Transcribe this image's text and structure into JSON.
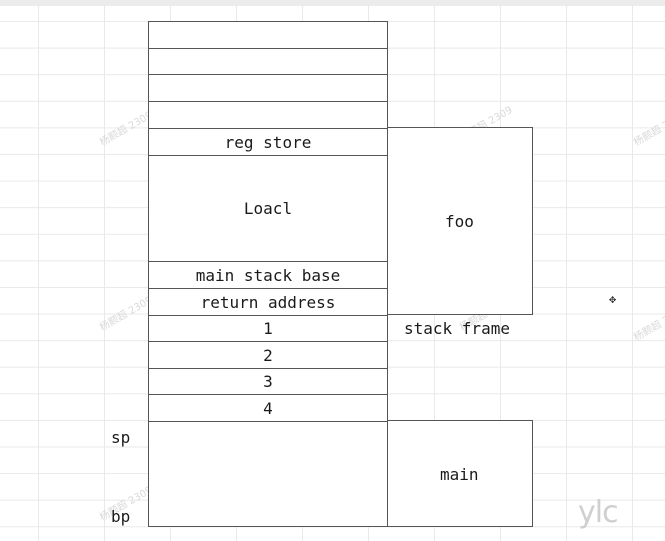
{
  "stack": {
    "cells": [
      "",
      "",
      "",
      "",
      "reg store",
      "Loacl",
      "main stack base",
      "return address",
      "1",
      "2",
      "3",
      "4",
      ""
    ]
  },
  "frames": {
    "foo": "foo",
    "stack_frame": "stack frame",
    "main": "main"
  },
  "pointers": {
    "sp": "sp",
    "bp": "bp"
  },
  "watermark": "杨颢超 2309",
  "logo": "ylc"
}
